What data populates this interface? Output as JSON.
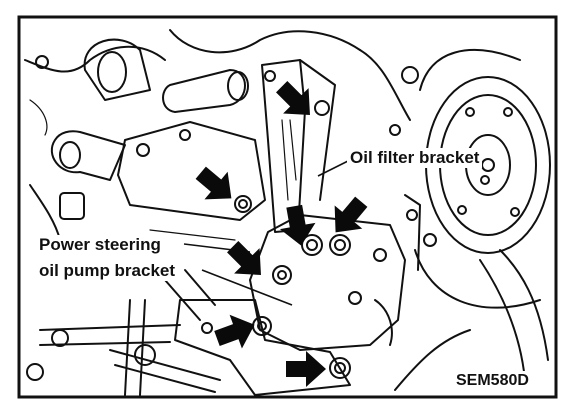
{
  "labels": {
    "oil_filter_bracket": "Oil filter bracket",
    "ps_bracket_line1": "Power steering",
    "ps_bracket_line2": "oil pump bracket",
    "figure_code": "SEM580D"
  },
  "colors": {
    "ink": "#111111",
    "paper": "#ffffff",
    "arrow": "#0a0a0a"
  },
  "icons": [
    "bolt-arrow-icon"
  ]
}
